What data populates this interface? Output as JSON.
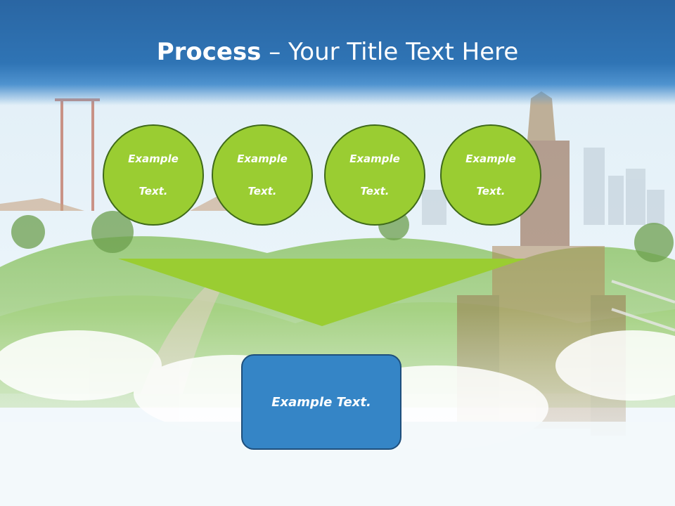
{
  "slide": {
    "title_bold": "Process",
    "title_rest": " – Your Title Text Here",
    "circles": [
      {
        "line1": "Example",
        "line2": "Text."
      },
      {
        "line1": "Example",
        "line2": "Text."
      },
      {
        "line1": "Example",
        "line2": "Text."
      },
      {
        "line1": "Example",
        "line2": "Text."
      }
    ],
    "box_text": "Example Text."
  },
  "colors": {
    "header_blue": "#2f74b5",
    "circle_green": "#9acd32",
    "funnel_green": "#9acd32",
    "box_blue": "#3585c6"
  }
}
